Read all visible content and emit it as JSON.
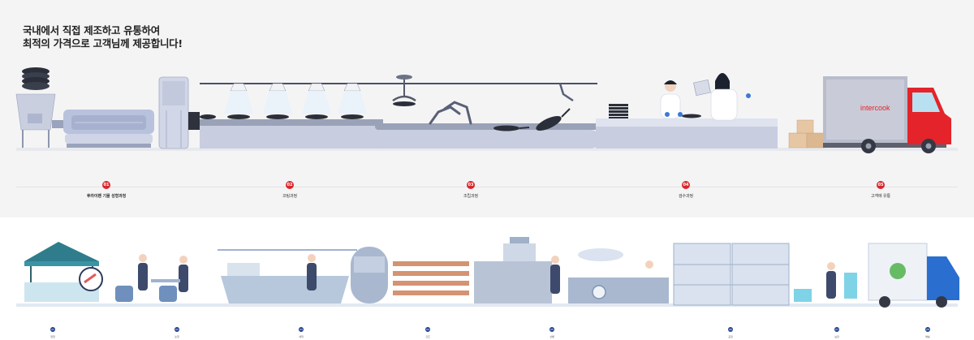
{
  "headline": {
    "line1": "국내에서 직접 제조하고 유통하여",
    "line2": "최적의 가격으로 고객님께 제공합니다!"
  },
  "truck_brand": "intercook",
  "frying_steps": [
    {
      "num": "01",
      "label": "후라이팬 기물 성형과정"
    },
    {
      "num": "02",
      "label": "코팅과정"
    },
    {
      "num": "03",
      "label": "조립과정"
    },
    {
      "num": "04",
      "label": "검수과정"
    },
    {
      "num": "05",
      "label": "고객에 유통"
    }
  ],
  "seafood_steps": [
    {
      "num": "01",
      "label": "입찰"
    },
    {
      "num": "02",
      "label": "손질"
    },
    {
      "num": "03",
      "label": "세척"
    },
    {
      "num": "04",
      "label": "건조"
    },
    {
      "num": "05",
      "label": "선별"
    },
    {
      "num": "06",
      "label": "포장"
    },
    {
      "num": "07",
      "label": "보관"
    },
    {
      "num": "08",
      "label": "배송"
    }
  ],
  "colors": {
    "accent_red": "#d9262b",
    "accent_navy": "#23438f",
    "machine_blue": "#c7cfe6"
  }
}
